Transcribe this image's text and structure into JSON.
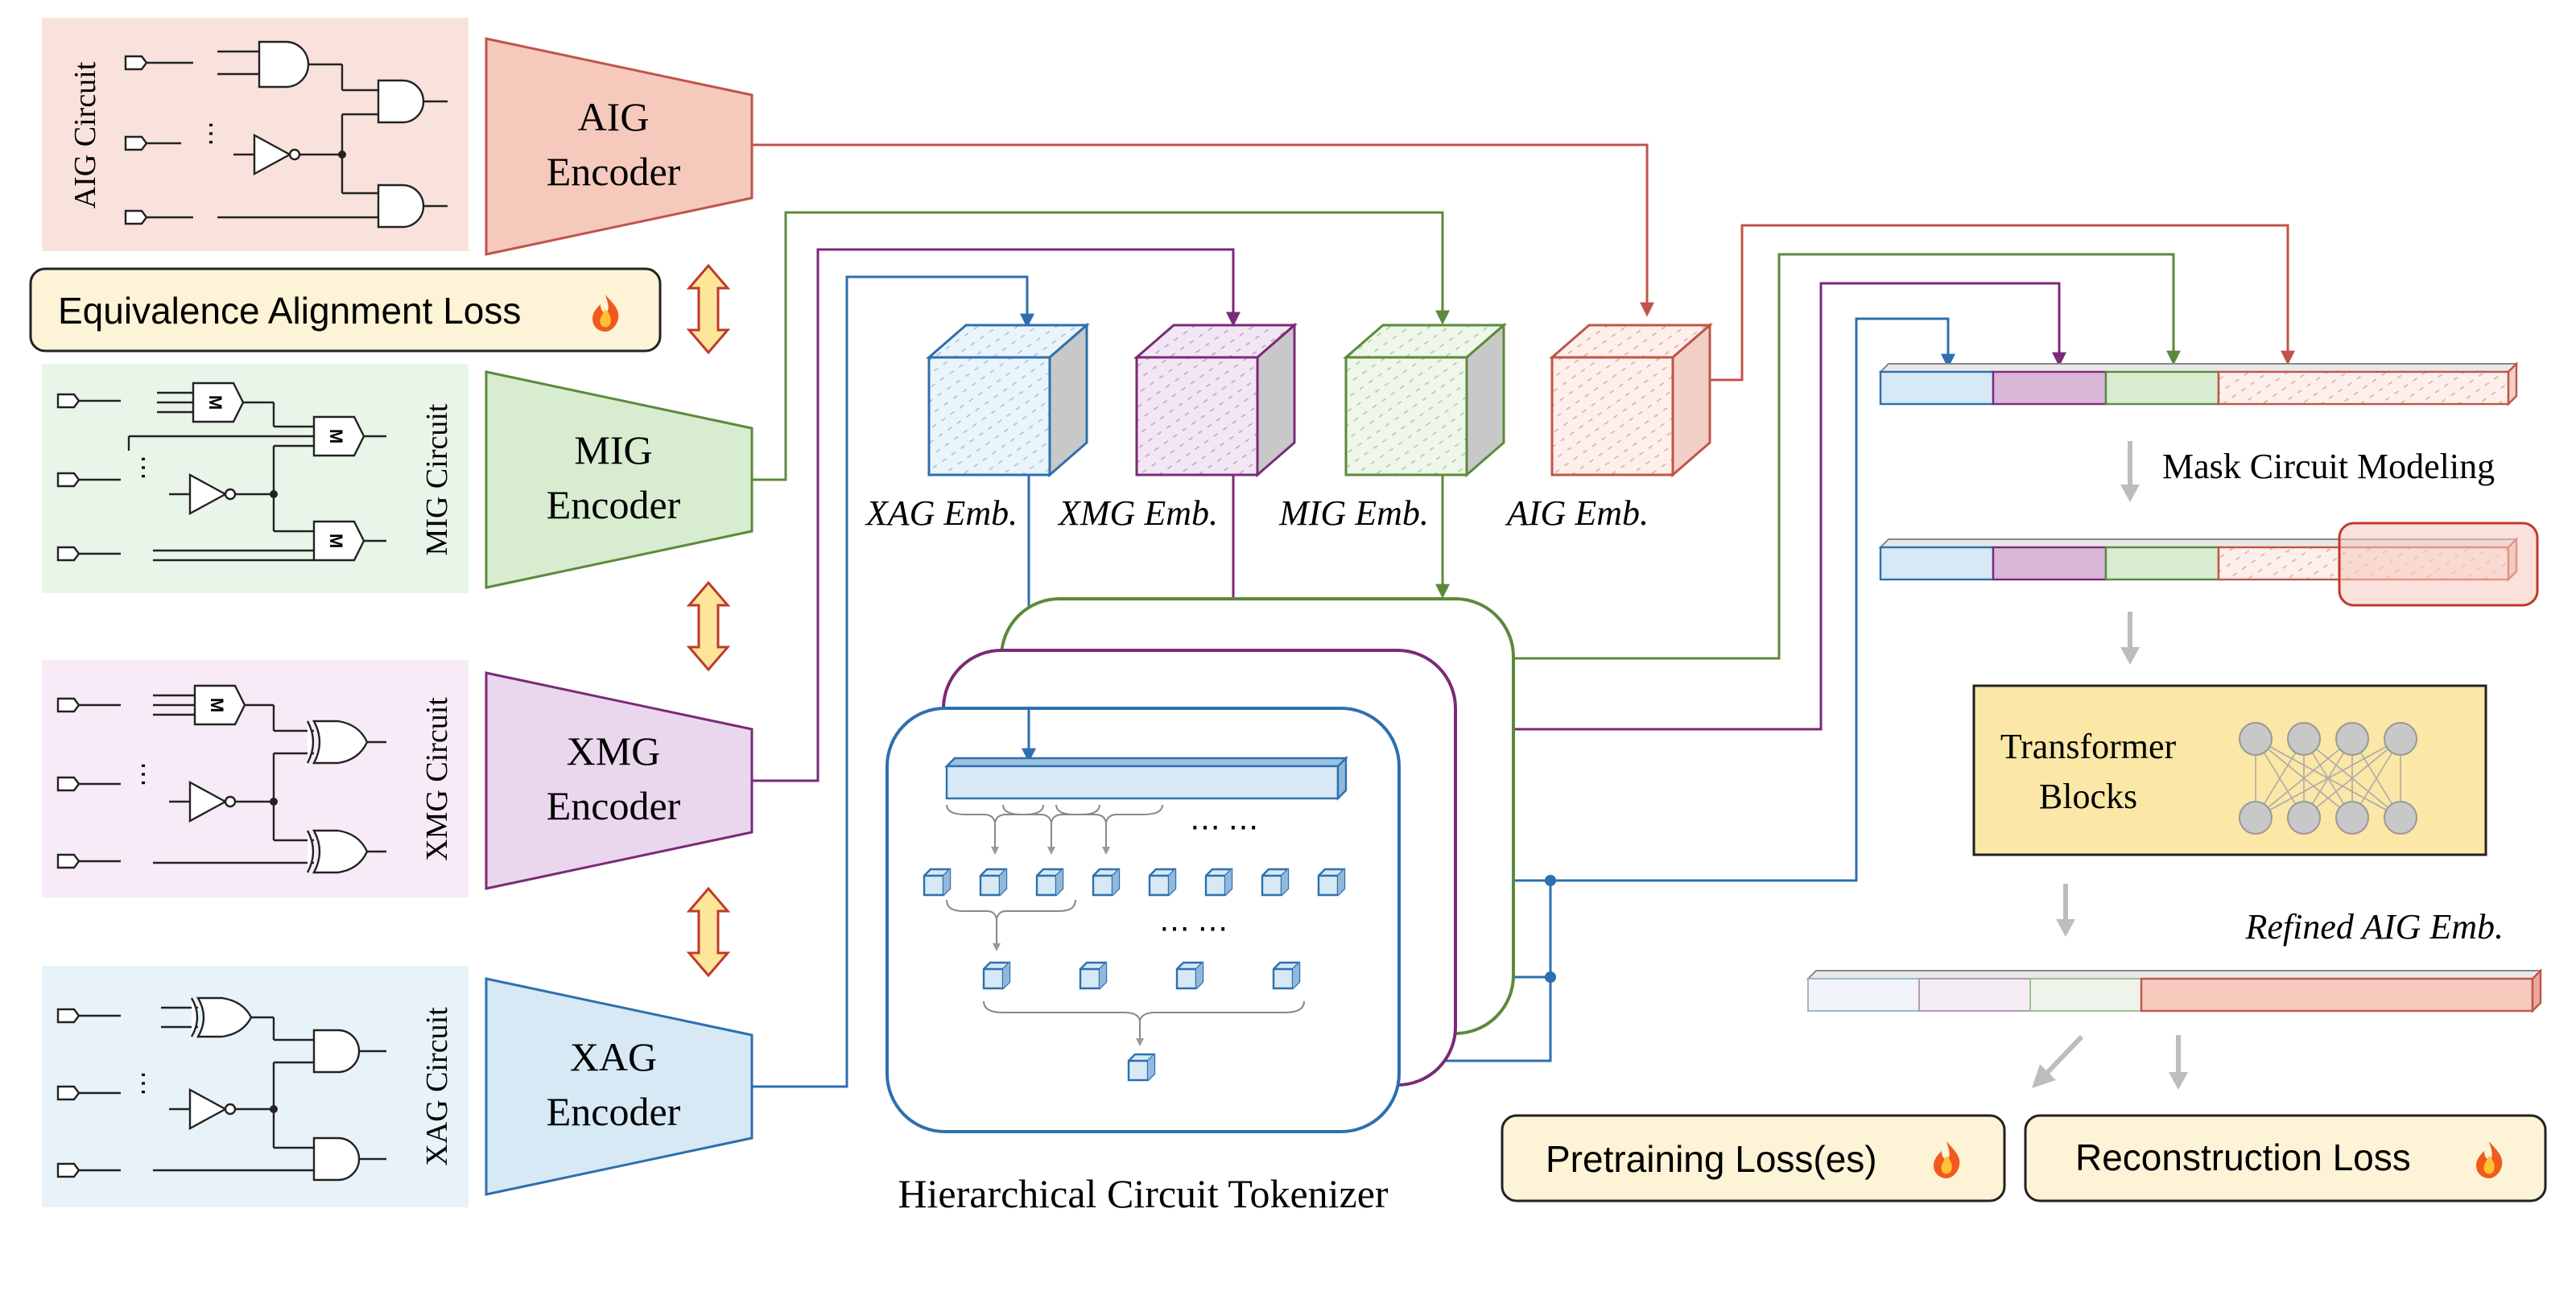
{
  "circuits": {
    "aig": {
      "label": "AIG Circuit"
    },
    "mig": {
      "label": "MIG Circuit"
    },
    "xmg": {
      "label": "XMG Circuit"
    },
    "xag": {
      "label": "XAG Circuit"
    },
    "majority_gate_symbol": "M",
    "ellipsis": "⋯"
  },
  "encoders": {
    "aig": {
      "line1": "AIG",
      "line2": "Encoder"
    },
    "mig": {
      "line1": "MIG",
      "line2": "Encoder"
    },
    "xmg": {
      "line1": "XMG",
      "line2": "Encoder"
    },
    "xag": {
      "line1": "XAG",
      "line2": "Encoder"
    }
  },
  "losses": {
    "equivalence": "Equivalence Alignment Loss",
    "pretraining": "Pretraining Loss(es)",
    "reconstruction": "Reconstruction Loss",
    "icon": "fire-icon"
  },
  "embeddings": {
    "xag": "XAG Emb.",
    "xmg": "XMG Emb.",
    "mig": "MIG Emb.",
    "aig": "AIG Emb."
  },
  "tokenizer": {
    "label": "Hierarchical Circuit Tokenizer",
    "dots_row1": "⋯ ⋯",
    "dots_row2": "⋯ ⋯"
  },
  "right_panel": {
    "mask_modeling": "Mask Circuit Modeling",
    "transformer_line1": "Transformer",
    "transformer_line2": "Blocks",
    "refined": "Refined AIG Emb."
  },
  "colors": {
    "aig": "#c0544a",
    "mig": "#5b8a3a",
    "xmg": "#7a2a78",
    "xag": "#2e6fae",
    "aig_fill": "#f6c9bd",
    "mig_fill": "#d8ecd0",
    "xmg_fill": "#ead7ee",
    "xag_fill": "#d6e9f5",
    "loss_fill": "#fdf3d6",
    "transformer_fill": "#fbe7a6",
    "arrow_gray": "#bdbdbd"
  }
}
